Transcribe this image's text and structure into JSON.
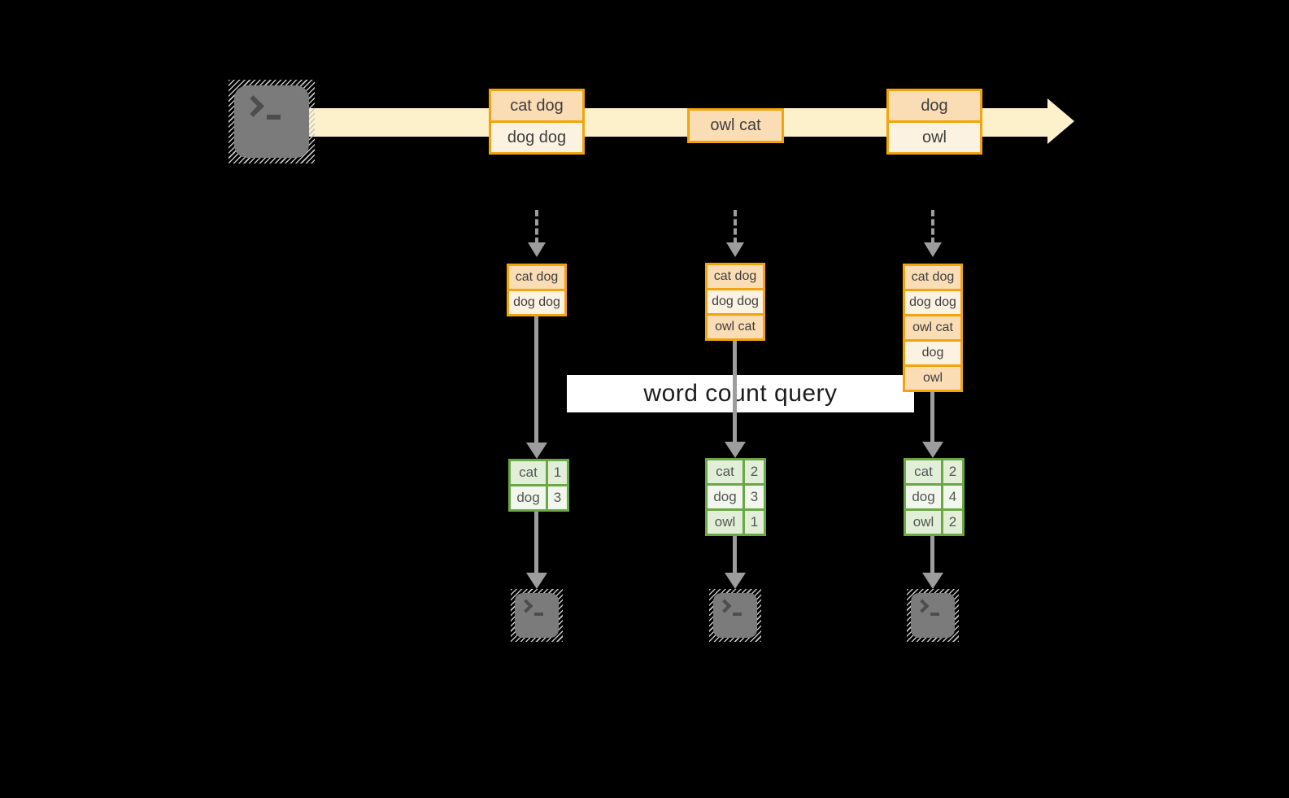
{
  "diagram": {
    "query_label": "word count query",
    "stream_boxes": [
      {
        "cells": [
          "cat dog",
          "dog dog"
        ]
      },
      {
        "cells": [
          "owl cat"
        ]
      },
      {
        "cells": [
          "dog",
          "owl"
        ]
      }
    ],
    "columns": [
      {
        "stack": [
          "cat dog",
          "dog dog"
        ],
        "table": [
          {
            "word": "cat",
            "count": "1"
          },
          {
            "word": "dog",
            "count": "3"
          }
        ]
      },
      {
        "stack": [
          "cat dog",
          "dog dog",
          "owl cat"
        ],
        "table": [
          {
            "word": "cat",
            "count": "2"
          },
          {
            "word": "dog",
            "count": "3"
          },
          {
            "word": "owl",
            "count": "1"
          }
        ]
      },
      {
        "stack": [
          "cat dog",
          "dog dog",
          "owl cat",
          "dog",
          "owl"
        ],
        "table": [
          {
            "word": "cat",
            "count": "2"
          },
          {
            "word": "dog",
            "count": "4"
          },
          {
            "word": "owl",
            "count": "2"
          }
        ]
      }
    ],
    "colors": {
      "background": "#000000",
      "stream_fill": "#FCF1CB",
      "box_border": "#F1A40D",
      "cell_peach": "#FADDB5",
      "cell_cream": "#FCF2E2",
      "table_border": "#6CA746",
      "table_cell_dark": "#E1EED8",
      "table_cell_light": "#F1F7EC",
      "arrow_gray": "#9D9D9D",
      "terminal_gray": "#7B7B7B"
    }
  }
}
